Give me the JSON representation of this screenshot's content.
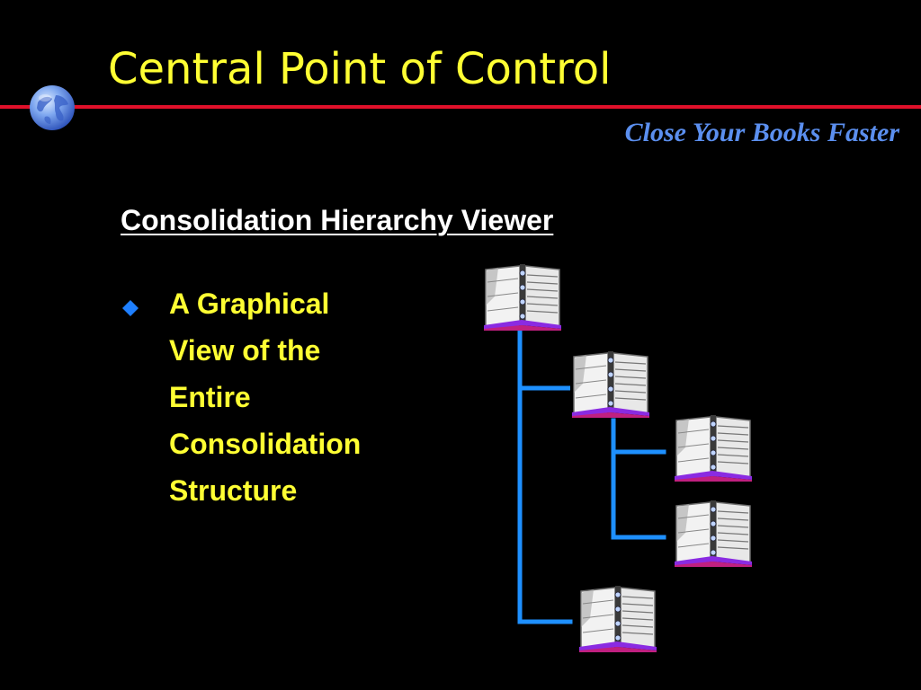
{
  "header": {
    "title": "Central Point of Control",
    "tagline": "Close Your Books Faster",
    "logo_icon": "globe-icon",
    "title_color": "#FFFF33",
    "rule_color": "#E0102A",
    "tagline_color": "#5B8FEF"
  },
  "section": {
    "heading": "Consolidation Hierarchy Viewer"
  },
  "bullets": [
    {
      "icon": "diamond-bullet-icon",
      "text": "A Graphical\nView of the\nEntire\nConsolidation\nStructure"
    }
  ],
  "hierarchy": {
    "node_icon": "ledger-book-icon",
    "connector_color": "#1E90FF",
    "nodes": [
      {
        "id": "root",
        "level": 0
      },
      {
        "id": "child-1",
        "level": 1
      },
      {
        "id": "grandchild-1",
        "level": 2
      },
      {
        "id": "grandchild-2",
        "level": 2
      },
      {
        "id": "child-2",
        "level": 1
      }
    ]
  }
}
